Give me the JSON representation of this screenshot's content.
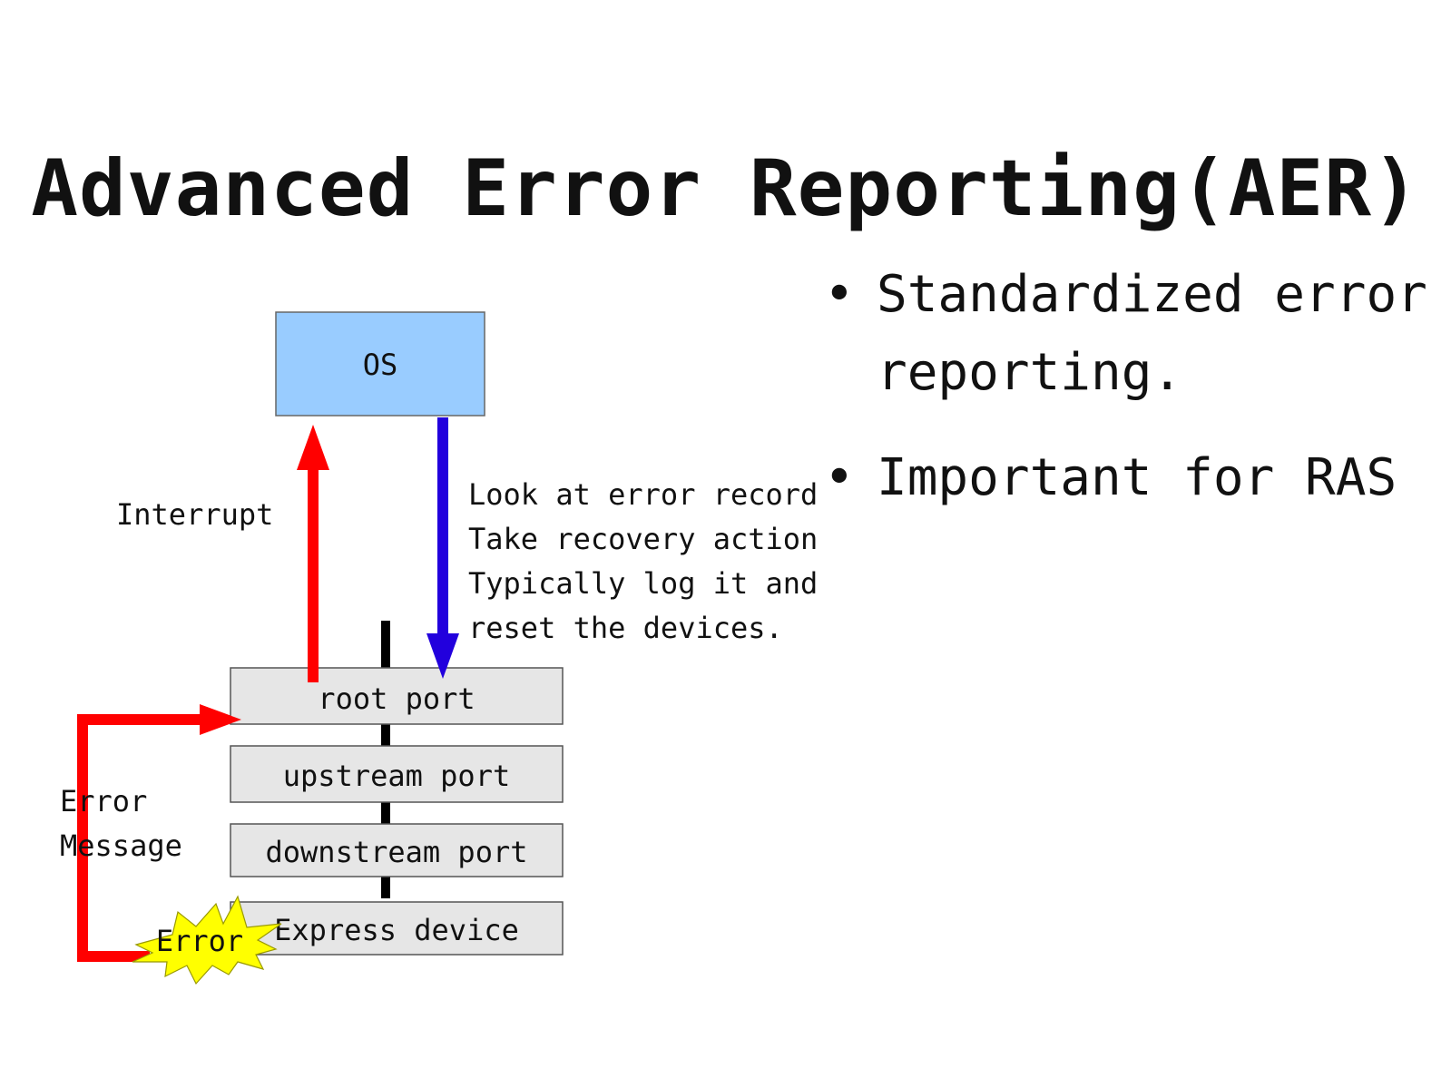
{
  "slide": {
    "title": "Advanced Error Reporting(AER)"
  },
  "bullets": [
    {
      "text": "Standardized error reporting."
    },
    {
      "text": "Important for RAS"
    }
  ],
  "diagram": {
    "os_label": "OS",
    "interrupt_label": "Interrupt",
    "os_action_lines": [
      "Look at error record",
      "Take recovery action",
      "Typically log it and",
      "reset the devices."
    ],
    "ports": [
      {
        "label": "root port"
      },
      {
        "label": "upstream port"
      },
      {
        "label": "downstream port"
      },
      {
        "label": "Express device"
      }
    ],
    "error_message_lines": [
      "Error",
      "Message"
    ],
    "error_burst_label": "Error",
    "colors": {
      "os_box_fill": "#99ccff",
      "port_box_fill": "#e6e6e6",
      "interrupt_arrow": "#ff0000",
      "action_arrow": "#2200dd",
      "error_burst_fill": "#ffff00",
      "link_line": "#000000"
    }
  }
}
